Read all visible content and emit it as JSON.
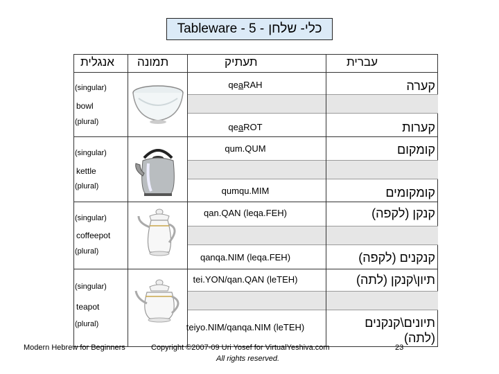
{
  "title": {
    "english": "Tableware - 5 -",
    "hebrew": "כלי- שלחן"
  },
  "headers": {
    "english": "אנגלית",
    "picture": "תמונה",
    "transliteration": "תעתיק",
    "hebrew": "עברית"
  },
  "rows": [
    {
      "english": "bowl",
      "singular_label": "(singular)",
      "plural_label": "(plural)",
      "singular": {
        "hebrew": "קערה",
        "trans_pre": "qe",
        "trans_u": "a",
        "trans_post": "RAH"
      },
      "plural": {
        "hebrew": "קערות",
        "trans_pre": "qe",
        "trans_u": "a",
        "trans_post": "ROT"
      }
    },
    {
      "english": "kettle",
      "singular_label": "(singular)",
      "plural_label": "(plural)",
      "singular": {
        "hebrew": "קומקום",
        "trans": "qum.QUM"
      },
      "plural": {
        "hebrew": "קומקומים",
        "trans": "qumqu.MIM"
      }
    },
    {
      "english": "coffeepot",
      "singular_label": "(singular)",
      "plural_label": "(plural)",
      "singular": {
        "hebrew": "קנקן (לקפה)",
        "trans": "qan.QAN (leqa.FEH)"
      },
      "plural": {
        "hebrew": "קנקנים (לקפה)",
        "trans": "qanqa.NIM (leqa.FEH)"
      }
    },
    {
      "english": "teapot",
      "singular_label": "(singular)",
      "plural_label": "(plural)",
      "singular": {
        "hebrew": "תיון\\קנקן (לתה)",
        "trans": "tei.YON/qan.QAN (leTEH)"
      },
      "plural": {
        "hebrew_line1": "תיונים\\קנקנים",
        "hebrew_line2": "(לתה)",
        "trans": "teiyo.NIM/qanqa.NIM (leTEH)"
      }
    }
  ],
  "footer": {
    "left": "Modern Hebrew for Beginners",
    "center_line1": "Copyright ©2007-09 Uri Yosef for VirtualYeshiva.com",
    "center_line2": "All rights reserved.",
    "page": "23"
  },
  "icons": [
    "bowl-image",
    "kettle-image",
    "coffeepot-image",
    "teapot-image"
  ]
}
